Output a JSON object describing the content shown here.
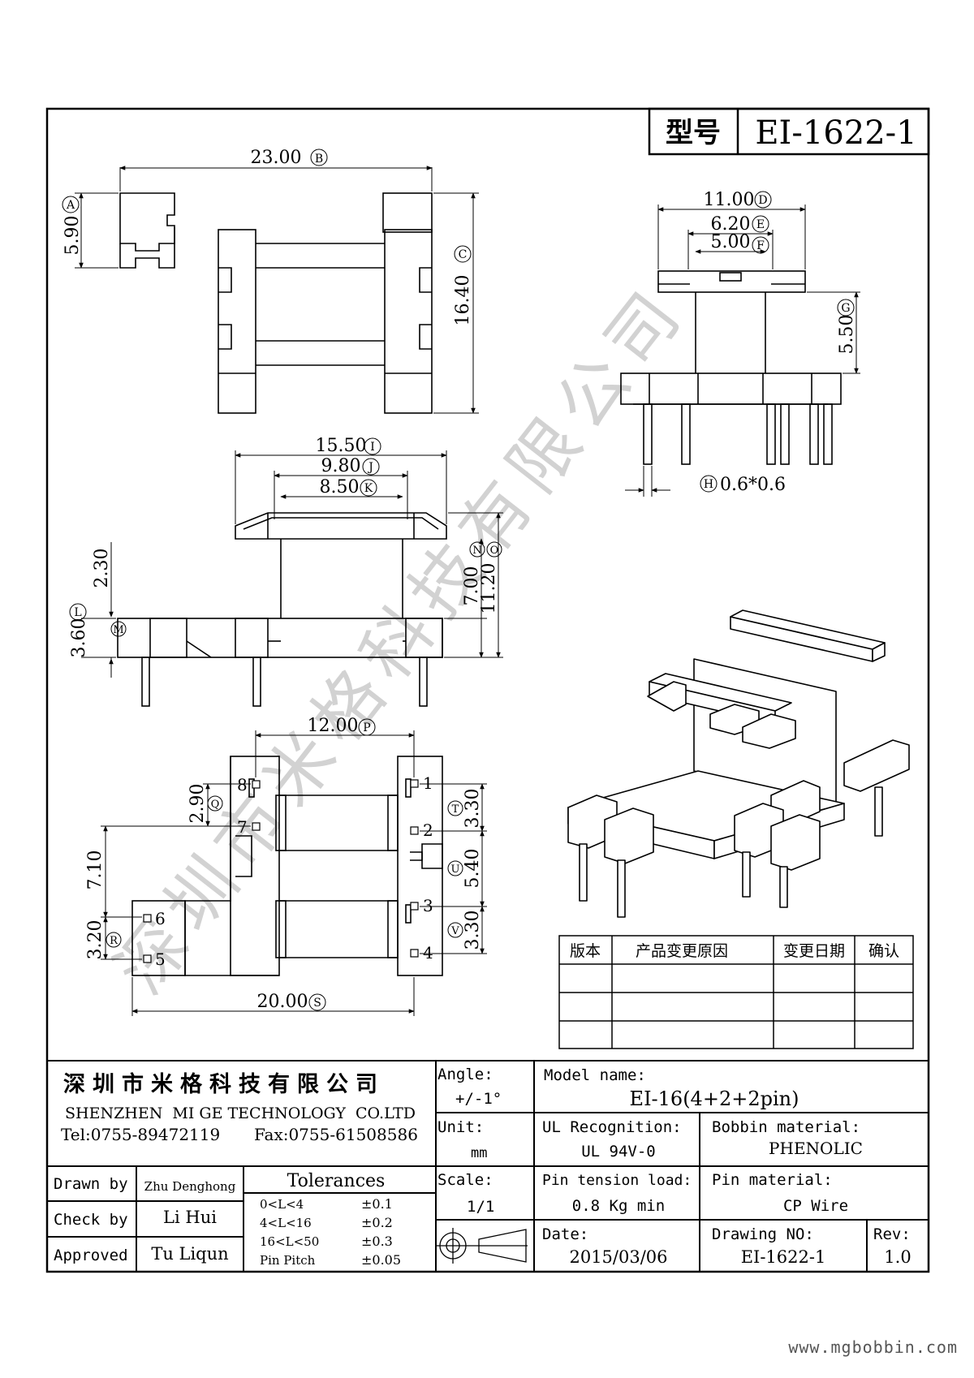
{
  "header": {
    "type_label": "型号",
    "model_code": "EI-1622-1"
  },
  "watermark": "深圳市米格科技有限公司",
  "top_view": {
    "dim_width": "23.00",
    "dim_width_ref": "B",
    "dim_height": "16.40",
    "dim_height_ref": "C",
    "dim_tab": "5.90",
    "dim_tab_ref": "A"
  },
  "side_view": {
    "dim_total": "11.00",
    "dim_total_ref": "D",
    "dim_mid": "6.20",
    "dim_mid_ref": "E",
    "dim_inner": "5.00",
    "dim_inner_ref": "F",
    "dim_height": "5.50",
    "dim_height_ref": "G",
    "pin_size": "0.6*0.6",
    "pin_size_ref": "H"
  },
  "front_view": {
    "dim_outer": "15.50",
    "dim_outer_ref": "I",
    "dim_mid": "9.80",
    "dim_mid_ref": "J",
    "dim_inner": "8.50",
    "dim_inner_ref": "K",
    "dim_top": "2.30",
    "dim_base": "3.60",
    "dim_base_ref": "L",
    "dim_base_mark": "M",
    "dim_h1": "7.00",
    "dim_h1_ref": "N",
    "dim_h2": "11.20",
    "dim_h2_ref": "O"
  },
  "bottom_view": {
    "dim_width": "12.00",
    "dim_width_ref": "P",
    "dim_pin_gap": "2.90",
    "dim_pin_gap_ref": "Q",
    "dim_left": "7.10",
    "dim_low": "3.20",
    "dim_low_ref": "R",
    "dim_total": "20.00",
    "dim_total_ref": "S",
    "dim_r1": "3.30",
    "dim_r1_ref": "T",
    "dim_r2": "5.40",
    "dim_r2_ref": "U",
    "dim_r3": "3.30",
    "dim_r3_ref": "V",
    "pins": [
      "1",
      "2",
      "3",
      "4",
      "5",
      "6",
      "7",
      "8"
    ]
  },
  "revision_table": {
    "headers": [
      "版本",
      "产品变更原因",
      "变更日期",
      "确认"
    ]
  },
  "title_block": {
    "company_cn": "深圳市米格科技有限公司",
    "company_en": "SHENZHEN  MI GE TECHNOLOGY  CO.LTD",
    "tel": "Tel:0755-89472119",
    "fax": "Fax:0755-61508586",
    "angle_label": "Angle:",
    "angle_value": "+/-1°",
    "unit_label": "Unit:",
    "unit_value": "mm",
    "scale_label": "Scale:",
    "scale_value": "1/1",
    "model_label": "Model name:",
    "model_value": "EI-16(4+2+2pin)",
    "ul_label": "UL Recognition:",
    "ul_value": "UL 94V-0",
    "bobbin_label": "Bobbin material:",
    "bobbin_value": "PHENOLIC",
    "pin_tension_label": "Pin tension load:",
    "pin_tension_value": "0.8 Kg min",
    "pin_material_label": "Pin material:",
    "pin_material_value": "CP Wire",
    "date_label": "Date:",
    "date_value": "2015/03/06",
    "drawing_no_label": "Drawing NO:",
    "drawing_no_value": "EI-1622-1",
    "rev_label": "Rev:",
    "rev_value": "1.0",
    "drawn_label": "Drawn by",
    "drawn_value": "Zhu Denghong",
    "check_label": "Check by",
    "check_value": "Li Hui",
    "approved_label": "Approved",
    "approved_value": "Tu Liqun",
    "tolerances_title": "Tolerances",
    "tolerances": [
      {
        "range": "0<L<4",
        "value": "±0.1"
      },
      {
        "range": "4<L<16",
        "value": "±0.2"
      },
      {
        "range": "16<L<50",
        "value": "±0.3"
      },
      {
        "range": "Pin Pitch",
        "value": "±0.05"
      }
    ]
  },
  "footer_url": "www.mgbobbin.com"
}
